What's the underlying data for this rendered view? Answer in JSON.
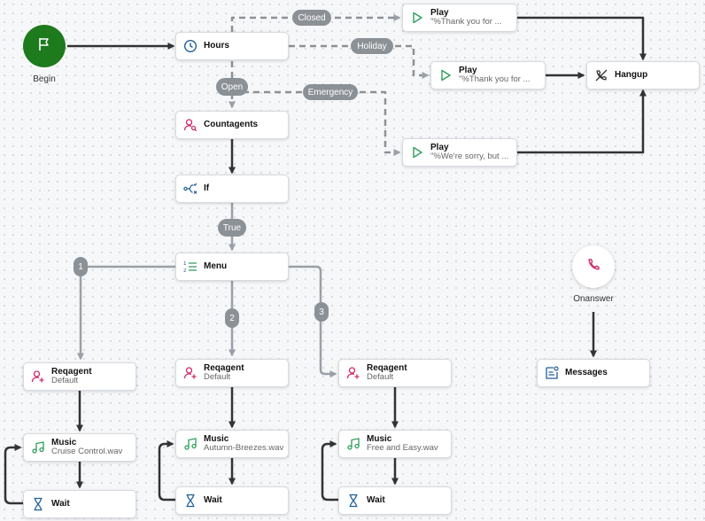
{
  "colors": {
    "begin_fill": "#1d7a1d",
    "play_icon": "#2e9e5b",
    "hours_icon": "#1f5f99",
    "agent_icon": "#d02b6b",
    "music_icon": "#2e9e5b",
    "wait_icon": "#1f5f99",
    "hangup_icon": "#333333",
    "edge_solid": "#333333",
    "edge_branch": "#9aa0a6",
    "edge_dashed": "#8c9196"
  },
  "nodes": {
    "begin": {
      "label": "Begin",
      "icon": "flag-icon"
    },
    "hours": {
      "title": "Hours",
      "icon": "clock-icon"
    },
    "play_closed": {
      "title": "Play",
      "subtitle": "\"%Thank you for ...",
      "icon": "play-icon"
    },
    "play_holiday": {
      "title": "Play",
      "subtitle": "\"%Thank you for ...",
      "icon": "play-icon"
    },
    "play_emergency": {
      "title": "Play",
      "subtitle": "\"%We're sorry, but ...",
      "icon": "play-icon"
    },
    "hangup": {
      "title": "Hangup",
      "icon": "phone-hangup-icon"
    },
    "countagents": {
      "title": "Countagents",
      "icon": "agent-search-icon"
    },
    "if": {
      "title": "If",
      "icon": "branch-icon"
    },
    "menu": {
      "title": "Menu",
      "icon": "numbered-list-icon"
    },
    "reqagent_1": {
      "title": "Reqagent",
      "subtitle": "Default",
      "icon": "agent-add-icon"
    },
    "reqagent_2": {
      "title": "Reqagent",
      "subtitle": "Default",
      "icon": "agent-add-icon"
    },
    "reqagent_3": {
      "title": "Reqagent",
      "subtitle": "Default",
      "icon": "agent-add-icon"
    },
    "music_1": {
      "title": "Music",
      "subtitle": "Cruise Control.wav",
      "icon": "music-icon"
    },
    "music_2": {
      "title": "Music",
      "subtitle": "Autumn-Breezes.wav",
      "icon": "music-icon"
    },
    "music_3": {
      "title": "Music",
      "subtitle": "Free and Easy.wav",
      "icon": "music-icon"
    },
    "wait_1": {
      "title": "Wait",
      "icon": "hourglass-icon"
    },
    "wait_2": {
      "title": "Wait",
      "icon": "hourglass-icon"
    },
    "wait_3": {
      "title": "Wait",
      "icon": "hourglass-icon"
    },
    "onanswer": {
      "label": "Onanswer",
      "icon": "phone-icon"
    },
    "messages": {
      "title": "Messages",
      "icon": "message-icon"
    }
  },
  "edge_labels": {
    "closed": "Closed",
    "holiday": "Holiday",
    "open": "Open",
    "emergency": "Emergency",
    "true": "True",
    "menu_1": "1",
    "menu_2": "2",
    "menu_3": "3"
  }
}
